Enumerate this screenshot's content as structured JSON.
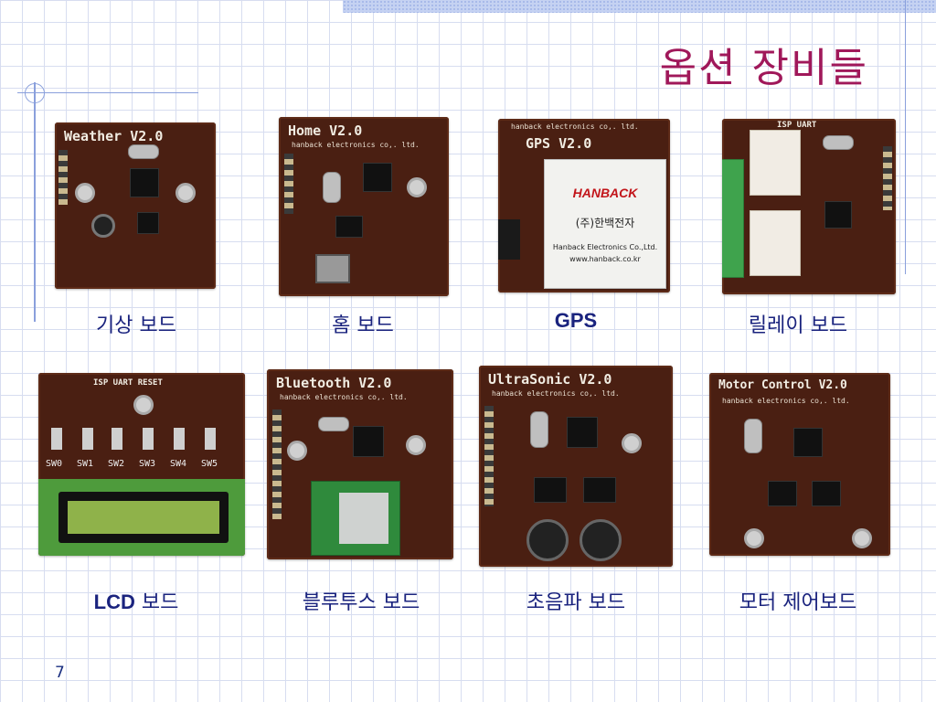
{
  "slide": {
    "title": "옵션 장비들",
    "page_number": "7"
  },
  "boards": [
    {
      "label_bold": "",
      "label": "기상 보드",
      "silk_title": "Weather V2.0",
      "silk_sub": ""
    },
    {
      "label_bold": "",
      "label": "홈 보드",
      "silk_title": "Home V2.0",
      "silk_sub": "hanback electronics co,. ltd."
    },
    {
      "label_bold": "GPS",
      "label": "",
      "silk_title": "GPS V2.0",
      "silk_sub": "hanback electronics co,. ltd."
    },
    {
      "label_bold": "",
      "label": "릴레이 보드",
      "silk_title": "ISP  UART",
      "silk_sub": ""
    },
    {
      "label_bold": "LCD",
      "label": " 보드",
      "silk_title": "ISP  UART  RESET",
      "silk_sub": ""
    },
    {
      "label_bold": "",
      "label": "블루투스 보드",
      "silk_title": "Bluetooth V2.0",
      "silk_sub": "hanback electronics co,. ltd."
    },
    {
      "label_bold": "",
      "label": "초음파 보드",
      "silk_title": "UltraSonic V2.0",
      "silk_sub": "hanback electronics co,. ltd."
    },
    {
      "label_bold": "",
      "label": "모터 제어보드",
      "silk_title": "Motor Control V2.0",
      "silk_sub": "hanback electronics co,. ltd."
    }
  ],
  "gps_module": {
    "brand": "HANBACK",
    "korean": "(주)한백전자",
    "company": "Hanback Electronics Co.,Ltd.",
    "url": "www.hanback.co.kr"
  },
  "lcd_switches": [
    "SW0",
    "SW1",
    "SW2",
    "SW3",
    "SW4",
    "SW5"
  ],
  "colors": {
    "title": "#a0185a",
    "label": "#1a237e",
    "pcb": "#4a1f12",
    "grid": "#d7ddf0"
  }
}
